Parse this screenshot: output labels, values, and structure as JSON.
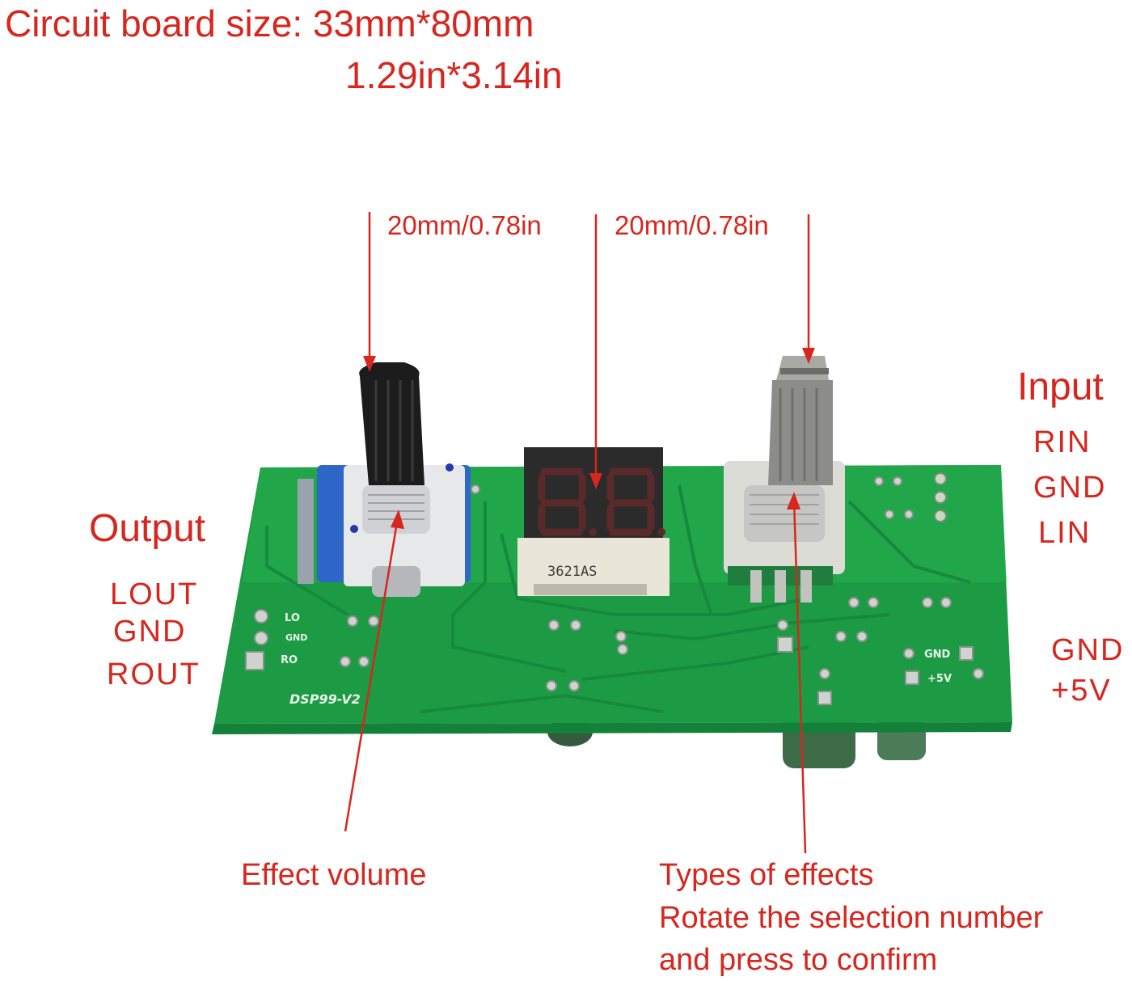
{
  "header": {
    "size_line1": "Circuit board size: 33mm*80mm",
    "size_line2": "1.29in*3.14in"
  },
  "dimensions": {
    "left": "20mm/0.78in",
    "right": "20mm/0.78in"
  },
  "output": {
    "title": "Output",
    "pins": [
      "LOUT",
      "GND",
      "ROUT"
    ]
  },
  "input": {
    "title": "Input",
    "pins": [
      "RIN",
      "GND",
      "LIN"
    ]
  },
  "power": {
    "pins": [
      "GND",
      "+5V"
    ]
  },
  "board": {
    "silkscreen_model": "DSP99-V2",
    "display_part": "3621AS",
    "pad_labels_left": [
      "LO",
      "GND",
      "RO"
    ],
    "pad_labels_right": [
      "GND",
      "+5V"
    ],
    "colors": {
      "pcb": "#1fa84a",
      "accent": "#d7261e",
      "knob_left": "#1a1a1a",
      "knob_right": "#9a9a96"
    }
  },
  "annotations": {
    "effect_volume": "Effect volume",
    "types_line1": "Types of effects",
    "types_line2": "Rotate the selection number",
    "types_line3": "and press to confirm"
  }
}
